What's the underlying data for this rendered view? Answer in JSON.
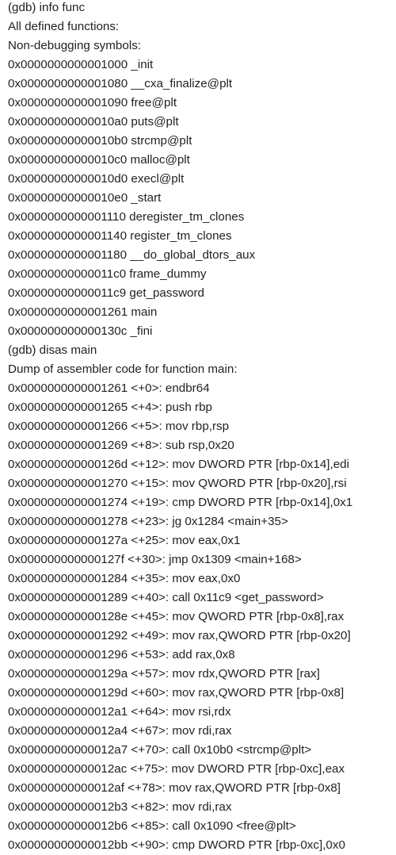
{
  "document": {
    "lines": [
      "(gdb) info func",
      "All defined functions:",
      "Non-debugging symbols:",
      "0x0000000000001000 _init",
      "0x0000000000001080 __cxa_finalize@plt",
      "0x0000000000001090 free@plt",
      "0x00000000000010a0 puts@plt",
      "0x00000000000010b0 strcmp@plt",
      "0x00000000000010c0 malloc@plt",
      "0x00000000000010d0 execl@plt",
      "0x00000000000010e0 _start",
      "0x0000000000001110 deregister_tm_clones",
      "0x0000000000001140 register_tm_clones",
      "0x0000000000001180 __do_global_dtors_aux",
      "0x00000000000011c0 frame_dummy",
      "0x00000000000011c9 get_password",
      "0x0000000000001261 main",
      "0x000000000000130c _fini",
      "(gdb) disas main",
      "Dump of assembler code for function main:",
      "0x0000000000001261 <+0>: endbr64",
      "0x0000000000001265 <+4>: push rbp",
      "0x0000000000001266 <+5>: mov rbp,rsp",
      "0x0000000000001269 <+8>: sub rsp,0x20",
      "0x000000000000126d <+12>: mov DWORD PTR [rbp-0x14],edi",
      "0x0000000000001270 <+15>: mov QWORD PTR [rbp-0x20],rsi",
      "0x0000000000001274 <+19>: cmp DWORD PTR [rbp-0x14],0x1",
      "0x0000000000001278 <+23>: jg 0x1284 <main+35>",
      "0x000000000000127a <+25>: mov eax,0x1",
      "0x000000000000127f <+30>: jmp 0x1309 <main+168>",
      "0x0000000000001284 <+35>: mov eax,0x0",
      "0x0000000000001289 <+40>: call 0x11c9 <get_password>",
      "0x000000000000128e <+45>: mov QWORD PTR [rbp-0x8],rax",
      "0x0000000000001292 <+49>: mov rax,QWORD PTR [rbp-0x20]",
      "0x0000000000001296 <+53>: add rax,0x8",
      "0x000000000000129a <+57>: mov rdx,QWORD PTR [rax]",
      "0x000000000000129d <+60>: mov rax,QWORD PTR [rbp-0x8]",
      "0x00000000000012a1 <+64>: mov rsi,rdx",
      "0x00000000000012a4 <+67>: mov rdi,rax",
      "0x00000000000012a7 <+70>: call 0x10b0 <strcmp@plt>",
      "0x00000000000012ac <+75>: mov DWORD PTR [rbp-0xc],eax",
      "0x00000000000012af <+78>: mov rax,QWORD PTR [rbp-0x8]",
      "0x00000000000012b3 <+82>: mov rdi,rax",
      "0x00000000000012b6 <+85>: call 0x1090 <free@plt>",
      "0x00000000000012bb <+90>: cmp DWORD PTR [rbp-0xc],0x0"
    ]
  }
}
